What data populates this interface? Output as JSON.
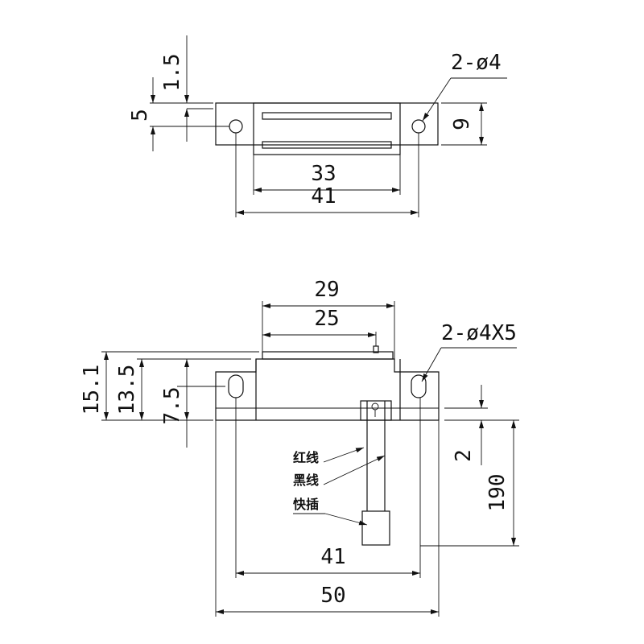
{
  "top_view": {
    "dim_1_5": "1.5",
    "dim_5": "5",
    "dim_9": "9",
    "dim_33": "33",
    "dim_41": "41",
    "hole_callout": "2-ø4"
  },
  "front_view": {
    "dim_29": "29",
    "dim_25": "25",
    "dim_15_1": "15.1",
    "dim_13_5": "13.5",
    "dim_7_5": "7.5",
    "dim_2": "2",
    "dim_190": "190",
    "dim_41": "41",
    "dim_50": "50",
    "hole_callout": "2-ø4X5",
    "label_red_wire": "红线",
    "label_black_wire": "黑线",
    "label_quick_plug": "快插"
  }
}
